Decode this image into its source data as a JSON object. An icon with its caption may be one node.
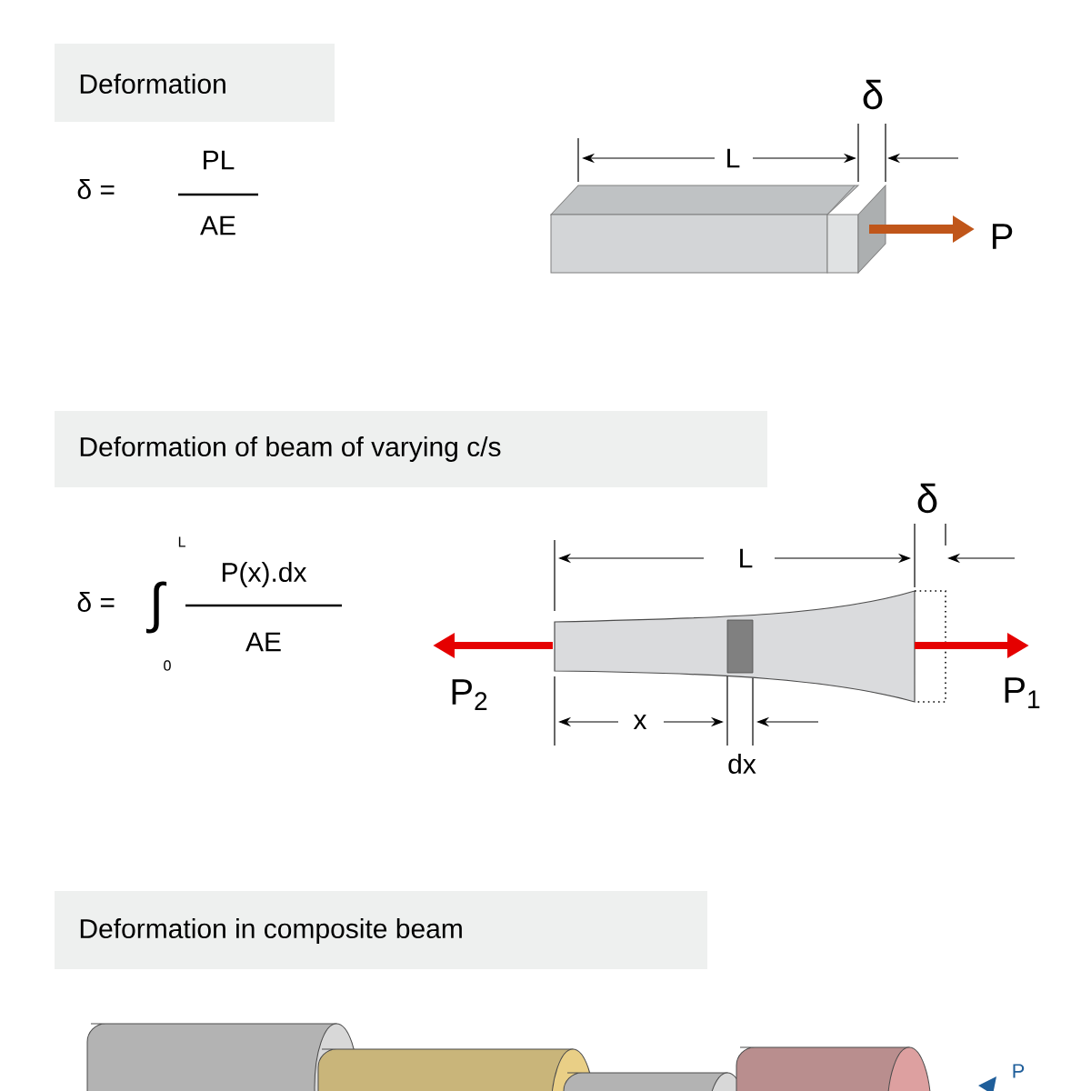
{
  "diagram": {
    "labels": [
      "Deformation",
      "δ =",
      "PL",
      "AE",
      "δ",
      "L",
      "P",
      "Deformation of beam of varying c/s",
      "δ =",
      "∫",
      "L",
      "P(x).dx",
      "0",
      "AE",
      "δ",
      "L",
      "P$_{2}$",
      "P$_{1}$",
      "x",
      "dx",
      "Deformation in composite beam",
      "P"
    ]
  }
}
